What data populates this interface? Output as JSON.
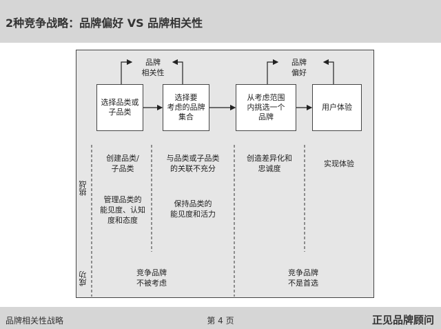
{
  "header": {
    "title": "2种竞争战略：品牌偏好 VS 品牌相关性"
  },
  "footer": {
    "left": "品牌相关性战略",
    "page": "第 4 页",
    "brand": "正见品牌顾问"
  },
  "diagram": {
    "boxes": [
      {
        "label": "选择品类或\n子品类"
      },
      {
        "label": "选择要\n考虑的品牌\n集合"
      },
      {
        "label": "从考虑范围\n内挑选一个\n品牌"
      },
      {
        "label": "用户体验"
      }
    ],
    "top_labels": [
      {
        "label": "品牌\n相关性"
      },
      {
        "label": "品牌\n偏好"
      }
    ],
    "row_labels": {
      "challenge": "挑战",
      "success": "成功"
    },
    "challenges": {
      "col1": [
        "创建品类/\n子品类",
        "管理品类的\n能见度、认知\n度和态度"
      ],
      "col2": [
        "与品类或子品类\n的关联不充分",
        "保持品类的\n能见度和活力"
      ],
      "col3": [
        "创造差异化和\n忠诚度"
      ],
      "col4": [
        "实现体验"
      ]
    },
    "success": {
      "left": "竞争品牌\n不被考虑",
      "right": "竞争品牌\n不是首选"
    }
  }
}
